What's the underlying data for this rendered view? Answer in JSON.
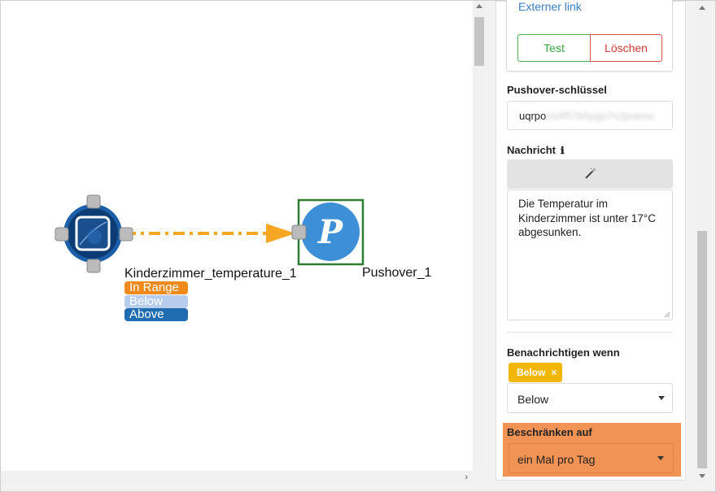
{
  "canvas": {
    "source_node_label": "Kinderzimmer_temperature_1",
    "target_node_label": "Pushover_1",
    "badges": {
      "in_range": "In Range",
      "below": "Below",
      "above": "Above"
    },
    "link_color": "#f5a623",
    "node_icon_source": "temperature-sensor-icon",
    "node_icon_target": "pushover-icon",
    "target_letter": "P"
  },
  "panel": {
    "external_link": "Externer link",
    "test_button": "Test",
    "delete_button": "Löschen",
    "pushover_key_label": "Pushover-schlüssel",
    "pushover_key_visible": "uqrpo",
    "pushover_key_blurred": "ex4f57b5ygp7n2poenu",
    "message_label": "Nachricht",
    "info_icon": "ℹ",
    "message_text": "Die Temperatur im Kinderzimmer ist unter 17°C abgesunken.",
    "notify_when_label": "Benachrichtigen wenn",
    "notify_tag": "Below",
    "notify_tag_remove": "×",
    "notify_select_value": "Below",
    "restrict_label": "Beschränken auf",
    "restrict_select_value": "ein Mal pro Tag"
  },
  "colors": {
    "test_green": "#3aa63f",
    "delete_red": "#d23c37",
    "tag_yellow": "#f2b705",
    "highlight_orange": "#f29356"
  }
}
